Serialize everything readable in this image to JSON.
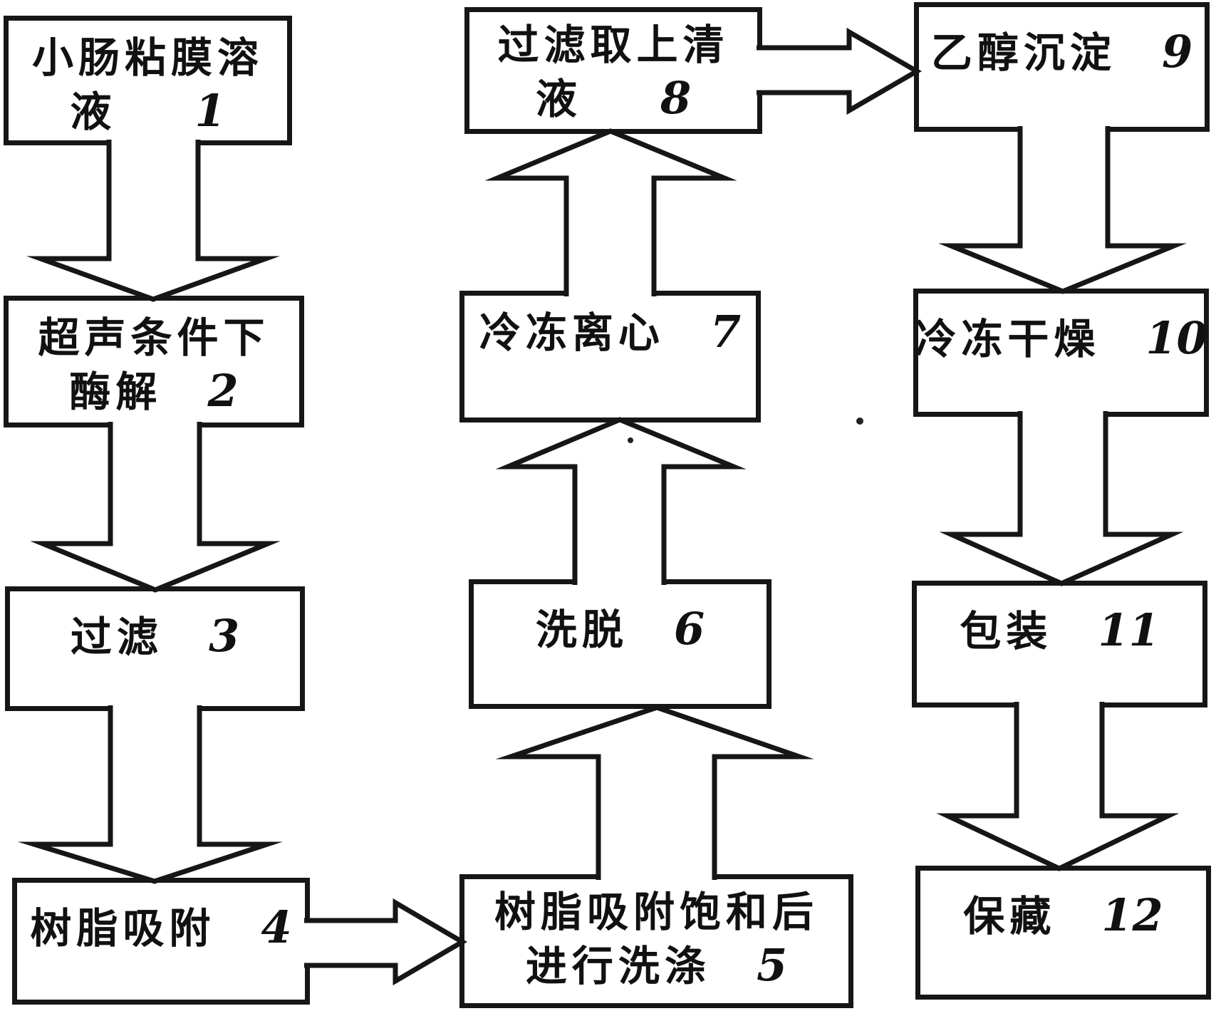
{
  "figure": {
    "type": "flowchart",
    "background_color": "#ffffff",
    "line_color": "#161616"
  },
  "nodes": [
    {
      "id": "1",
      "lines": [
        "小肠粘膜溶",
        "液"
      ],
      "number": "1"
    },
    {
      "id": "2",
      "lines": [
        "超声条件下",
        "酶解"
      ],
      "number": "2"
    },
    {
      "id": "3",
      "lines": [
        "过滤"
      ],
      "number": "3"
    },
    {
      "id": "4",
      "lines": [
        "树脂吸附"
      ],
      "number": "4"
    },
    {
      "id": "5",
      "lines": [
        "树脂吸附饱和后",
        "进行洗涤"
      ],
      "number": "5"
    },
    {
      "id": "6",
      "lines": [
        "洗脱"
      ],
      "number": "6"
    },
    {
      "id": "7",
      "lines": [
        "冷冻离心"
      ],
      "number": "7"
    },
    {
      "id": "8",
      "lines": [
        "过滤取上清",
        "液"
      ],
      "number": "8"
    },
    {
      "id": "9",
      "lines": [
        "乙醇沉淀"
      ],
      "number": "9"
    },
    {
      "id": "10",
      "lines": [
        "冷冻干燥"
      ],
      "number": "10"
    },
    {
      "id": "11",
      "lines": [
        "包装"
      ],
      "number": "11"
    },
    {
      "id": "12",
      "lines": [
        "保藏"
      ],
      "number": "12"
    }
  ],
  "edges": [
    {
      "from": "1",
      "to": "2",
      "direction": "down"
    },
    {
      "from": "2",
      "to": "3",
      "direction": "down"
    },
    {
      "from": "3",
      "to": "4",
      "direction": "down"
    },
    {
      "from": "4",
      "to": "5",
      "direction": "right"
    },
    {
      "from": "5",
      "to": "6",
      "direction": "up"
    },
    {
      "from": "6",
      "to": "7",
      "direction": "up"
    },
    {
      "from": "7",
      "to": "8",
      "direction": "up"
    },
    {
      "from": "8",
      "to": "9",
      "direction": "right"
    },
    {
      "from": "9",
      "to": "10",
      "direction": "down"
    },
    {
      "from": "10",
      "to": "11",
      "direction": "down"
    },
    {
      "from": "11",
      "to": "12",
      "direction": "down"
    }
  ]
}
